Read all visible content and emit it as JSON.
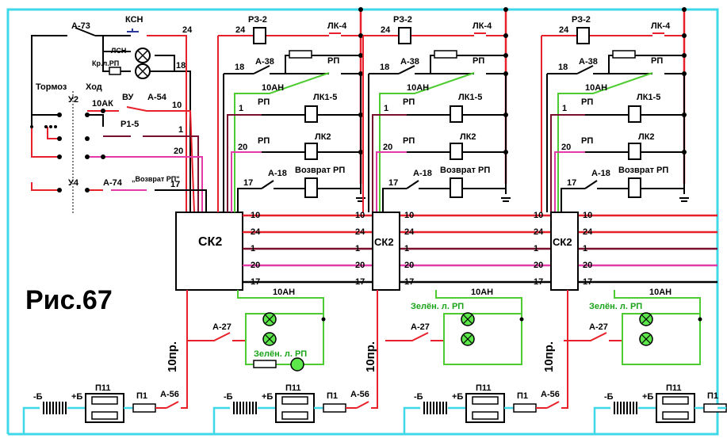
{
  "figure_label": "Рис.67",
  "left_panel": {
    "a73": "А-73",
    "ksn": "КСН",
    "lsn": "ЛСН",
    "kr_l_rp": "Кр.л.РП",
    "tormoz": "Тормоз",
    "hod": "Ход",
    "u2": "У2",
    "u4": "У4",
    "ak10": "10АК",
    "vu": "ВУ",
    "a54": "А-54",
    "r15": "Р1-5",
    "a74": "А-74",
    "vozvrat_rp_q": "„Возврат РП\"",
    "ck2": "СК2"
  },
  "wire_numbers": {
    "w24": "24",
    "w18": "18",
    "w10": "10",
    "w1": "1",
    "w20": "20",
    "w17": "17"
  },
  "section": {
    "rz2": "РЗ-2",
    "lk4": "ЛК-4",
    "a38": "А-38",
    "rp": "РП",
    "an10": "10АН",
    "lk15": "ЛК1-5",
    "lk2": "ЛК2",
    "a18": "А-18",
    "vozvrat_rp": "Возврат РП",
    "ck2": "СК2"
  },
  "lower": {
    "an10": "10АН",
    "a27": "А-27",
    "green_lamp": "Зелён. л. РП",
    "pr10": "10пр.",
    "minus_b": "-Б",
    "plus_b": "+Б",
    "p11": "П11",
    "p1": "П1",
    "a56": "А-56"
  },
  "colors": {
    "red": "#e8202a",
    "cyan": "#3fd8e8",
    "green": "#4ccc30",
    "pink": "#e43aa8",
    "maroon": "#7a1030",
    "black": "#000000",
    "lamp_green": "#5ce84a"
  }
}
